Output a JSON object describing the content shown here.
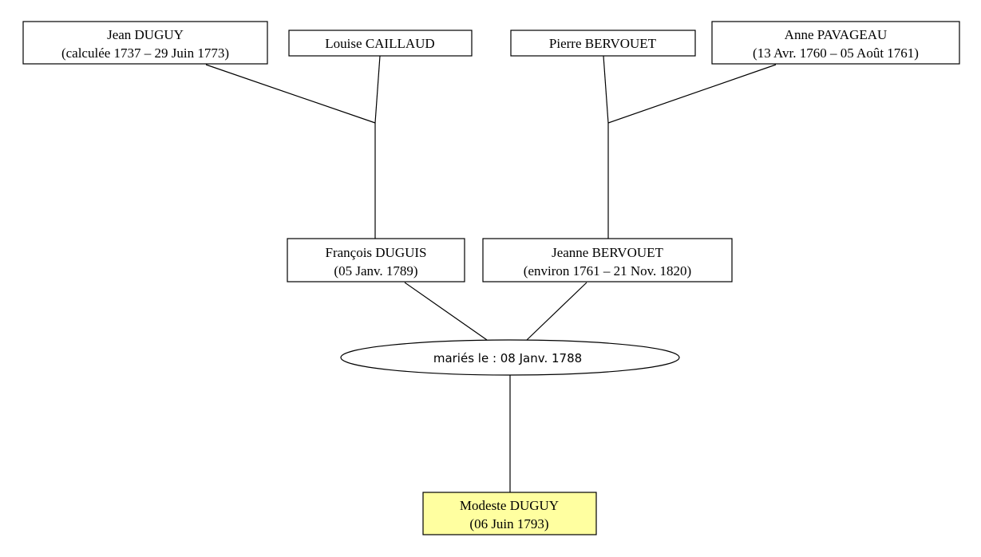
{
  "people": {
    "jean_duguy": {
      "name": "Jean DUGUY",
      "dates": "(calculée 1737 – 29 Juin 1773)"
    },
    "louise_caillaud": {
      "name": "Louise CAILLAUD",
      "dates": ""
    },
    "pierre_bervouet": {
      "name": "Pierre BERVOUET",
      "dates": ""
    },
    "anne_pavageau": {
      "name": "Anne PAVAGEAU",
      "dates": "(13 Avr. 1760 – 05 Août 1761)"
    },
    "francois_duguis": {
      "name": "François DUGUIS",
      "dates": "(05 Janv. 1789)"
    },
    "jeanne_bervouet": {
      "name": "Jeanne BERVOUET",
      "dates": "(environ 1761 – 21 Nov. 1820)"
    },
    "modeste_duguy": {
      "name": "Modeste DUGUY",
      "dates": "(06 Juin 1793)"
    }
  },
  "marriage": {
    "label": "mariés le : 08 Janv. 1788"
  },
  "colors": {
    "root_fill": "#ffffa0",
    "box_fill": "#ffffff",
    "stroke": "#000000"
  }
}
